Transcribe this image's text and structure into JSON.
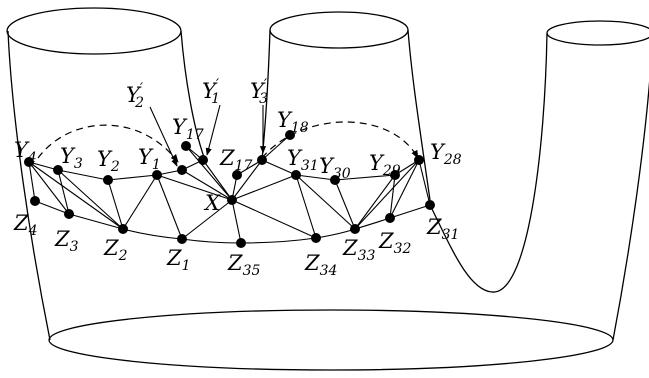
{
  "figure": {
    "center_label": "X",
    "y_labels": [
      {
        "key": "Y4",
        "base": "Y",
        "sub": "4",
        "prime": ""
      },
      {
        "key": "Y3",
        "base": "Y",
        "sub": "3",
        "prime": ""
      },
      {
        "key": "Y2",
        "base": "Y",
        "sub": "2",
        "prime": ""
      },
      {
        "key": "Y1",
        "base": "Y",
        "sub": "1",
        "prime": ""
      },
      {
        "key": "Y17",
        "base": "Y",
        "sub": "17",
        "prime": ""
      },
      {
        "key": "Y18",
        "base": "Y",
        "sub": "18",
        "prime": ""
      },
      {
        "key": "Y31",
        "base": "Y",
        "sub": "31",
        "prime": ""
      },
      {
        "key": "Y30",
        "base": "Y",
        "sub": "30",
        "prime": ""
      },
      {
        "key": "Y29",
        "base": "Y",
        "sub": "29",
        "prime": ""
      },
      {
        "key": "Y28",
        "base": "Y",
        "sub": "28",
        "prime": ""
      },
      {
        "key": "Y2p",
        "base": "Y",
        "sub": "2",
        "prime": "′"
      },
      {
        "key": "Y1p",
        "base": "Y",
        "sub": "1",
        "prime": "′"
      },
      {
        "key": "Y3p",
        "base": "Y",
        "sub": "3",
        "prime": "′"
      }
    ],
    "z_labels": [
      {
        "key": "Z4",
        "base": "Z",
        "sub": "4"
      },
      {
        "key": "Z3",
        "base": "Z",
        "sub": "3"
      },
      {
        "key": "Z2",
        "base": "Z",
        "sub": "2"
      },
      {
        "key": "Z1",
        "base": "Z",
        "sub": "1"
      },
      {
        "key": "Z35",
        "base": "Z",
        "sub": "35"
      },
      {
        "key": "Z34",
        "base": "Z",
        "sub": "34"
      },
      {
        "key": "Z33",
        "base": "Z",
        "sub": "33"
      },
      {
        "key": "Z32",
        "base": "Z",
        "sub": "32"
      },
      {
        "key": "Z31",
        "base": "Z",
        "sub": "31"
      },
      {
        "key": "Z17",
        "base": "Z",
        "sub": "17"
      }
    ]
  }
}
